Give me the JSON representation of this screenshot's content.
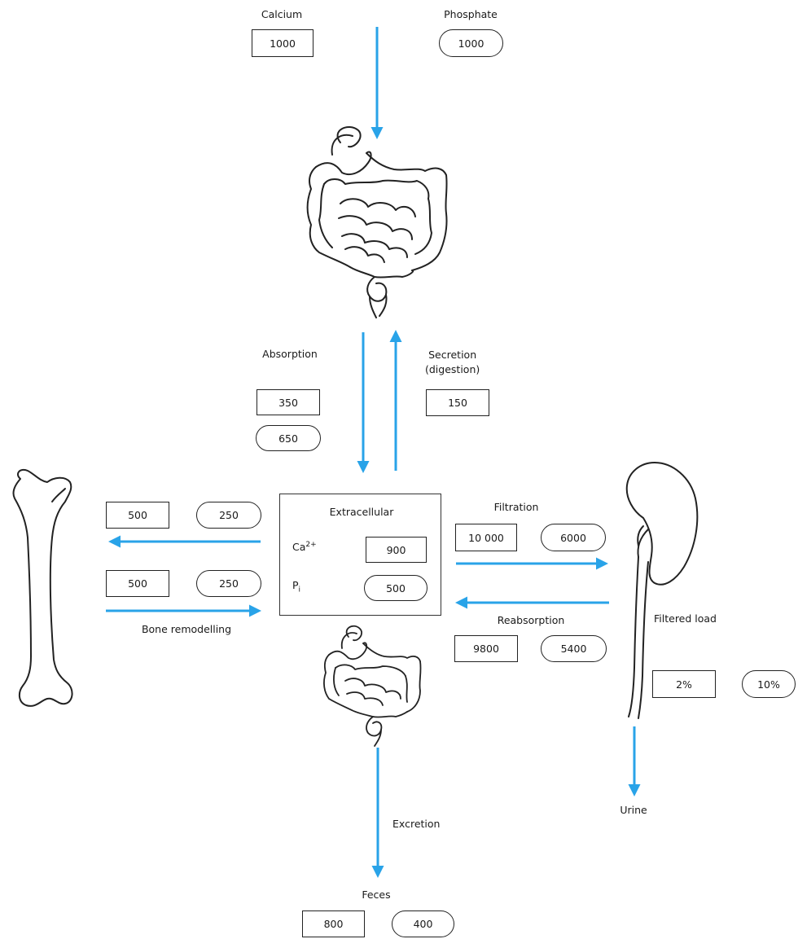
{
  "colors": {
    "arrow": "#29a3e8",
    "stroke": "#222222"
  },
  "icons": {
    "intestine_top": "intestine-icon",
    "intestine_bottom": "intestine-icon",
    "bone": "femur-bone-icon",
    "kidney": "kidney-icon"
  },
  "intake": {
    "calcium_label": "Calcium",
    "calcium_value": "1000",
    "phosphate_label": "Phosphate",
    "phosphate_value": "1000"
  },
  "gut": {
    "absorption_label": "Absorption",
    "absorption_calcium": "350",
    "absorption_phosphate": "650",
    "secretion_label": "Secretion\n(digestion)",
    "secretion_calcium": "150"
  },
  "pool": {
    "title": "Extracellular",
    "calcium_label": "Ca²⁺",
    "calcium_value": "900",
    "phosphate_label": "Pi",
    "phosphate_value": "500"
  },
  "bone": {
    "out_calcium": "500",
    "out_phosphate": "250",
    "in_calcium": "500",
    "in_phosphate": "250",
    "label": "Bone remodelling"
  },
  "kidney": {
    "filtration_label": "Filtration",
    "filtration_calcium": "10 000",
    "filtration_phosphate": "6000",
    "reabsorption_label": "Reabsorption",
    "reabsorption_calcium": "9800",
    "reabsorption_phosphate": "5400",
    "filtered_load_label": "Filtered load",
    "filtered_calcium": "2%",
    "filtered_phosphate": "10%",
    "urine_label": "Urine"
  },
  "excretion": {
    "label": "Excretion",
    "feces_label": "Feces",
    "feces_calcium": "800",
    "feces_phosphate": "400"
  }
}
